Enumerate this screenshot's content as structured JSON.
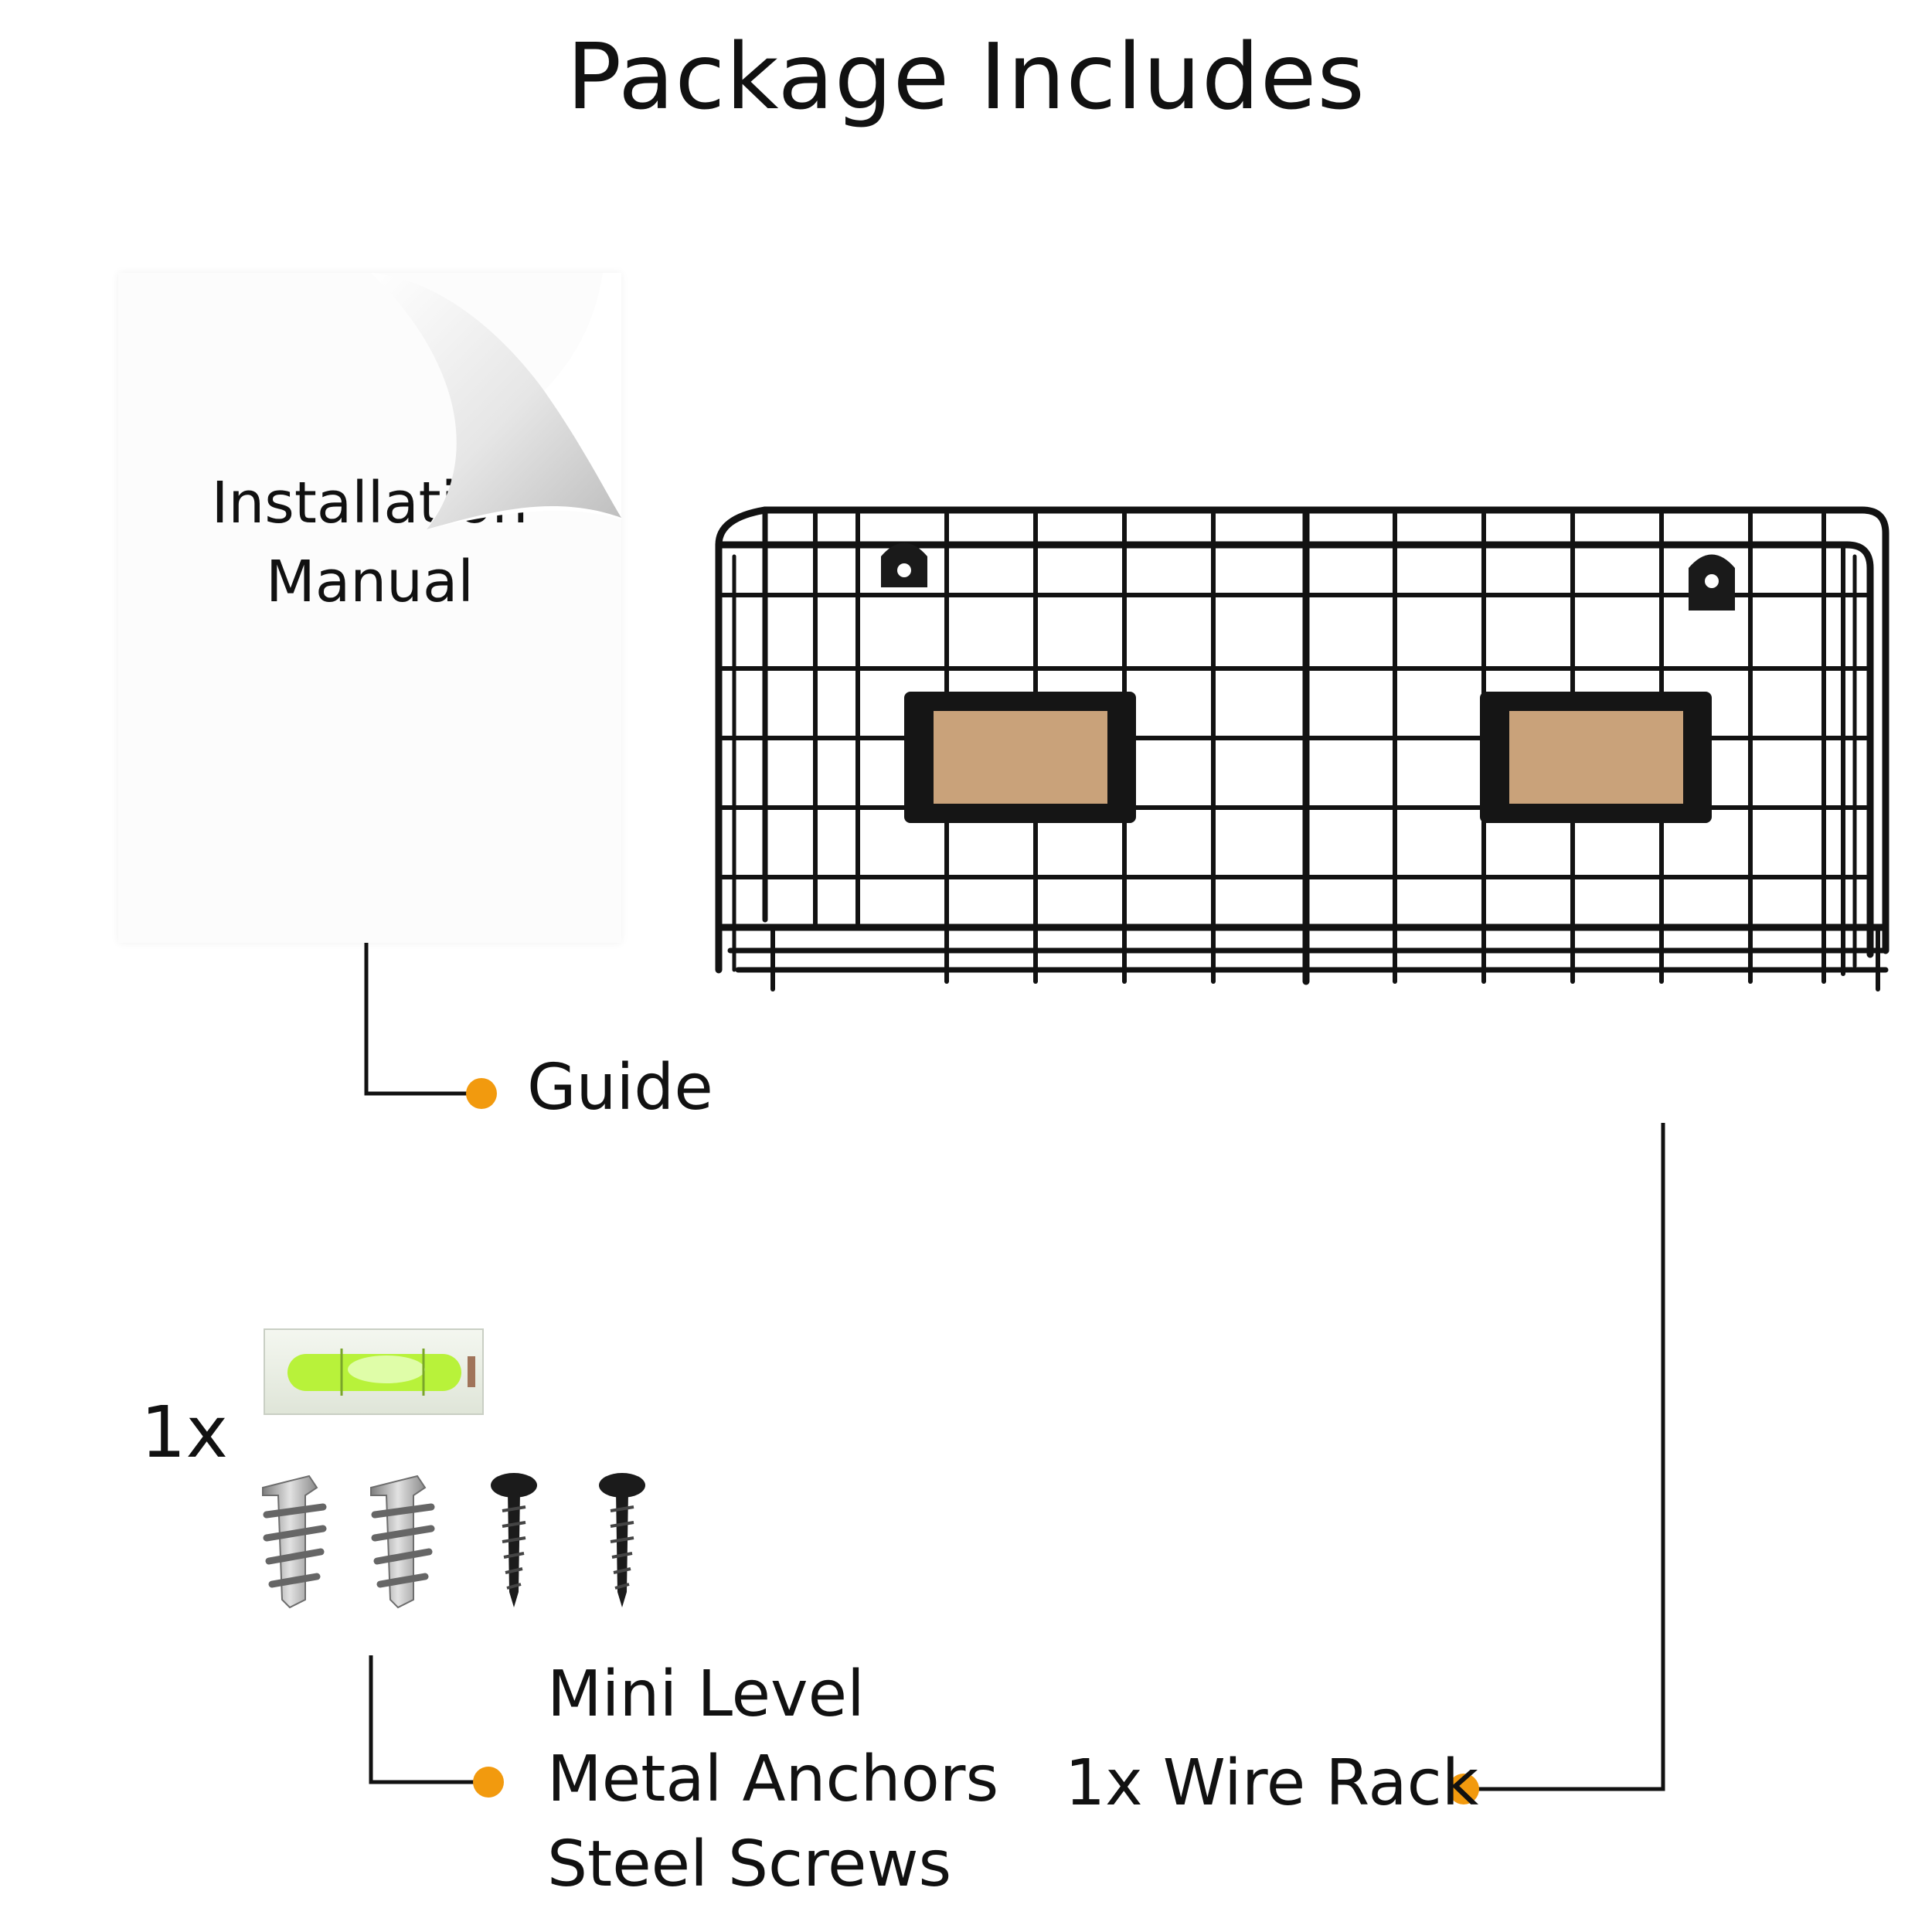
{
  "title": "Package Includes",
  "manual": {
    "line1": "Installation",
    "line2": "Manual"
  },
  "labels": {
    "guide": "Guide",
    "hardware_qty": "1x",
    "hardware_items": [
      "Mini Level",
      "Metal Anchors",
      "Steel Screws"
    ],
    "wire_rack": "1x Wire Rack"
  },
  "colors": {
    "accent_dot": "#f29a0e",
    "rack": "#111111",
    "label_card": "#c9a27a",
    "level_fluid": "#b8f23a"
  },
  "icons": [
    "manual-sheet",
    "wire-rack",
    "mini-level",
    "metal-anchor",
    "steel-screw"
  ]
}
